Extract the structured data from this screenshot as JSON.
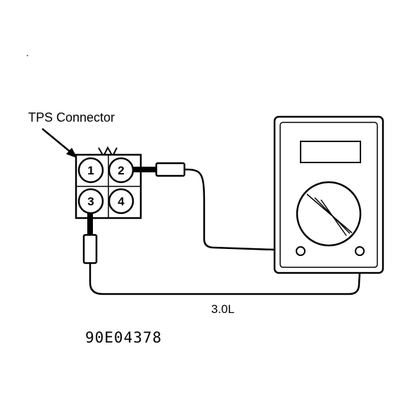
{
  "labels": {
    "connector": "TPS Connector",
    "engine": "3.0L",
    "figure_code": "90E04378"
  },
  "pins": [
    "1",
    "2",
    "3",
    "4"
  ],
  "colors": {
    "line": "#000000",
    "background": "#ffffff"
  }
}
